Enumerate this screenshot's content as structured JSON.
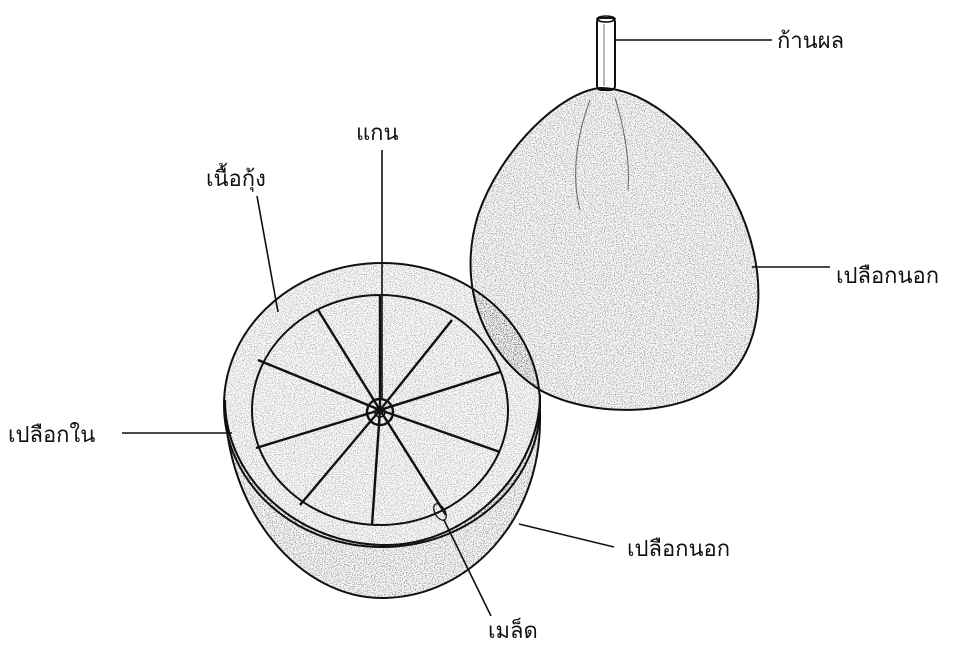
{
  "labels": {
    "stalk": "ก้านผล",
    "outer_peel_whole": "เปลือกนอก",
    "core": "แกน",
    "pulp": "เนื้อกุ้ง",
    "inner_peel": "เปลือกใน",
    "outer_peel_cut": "เปลือกนอก",
    "seed": "เมล็ด"
  },
  "colors": {
    "ink": "#111111",
    "background": "#ffffff"
  }
}
